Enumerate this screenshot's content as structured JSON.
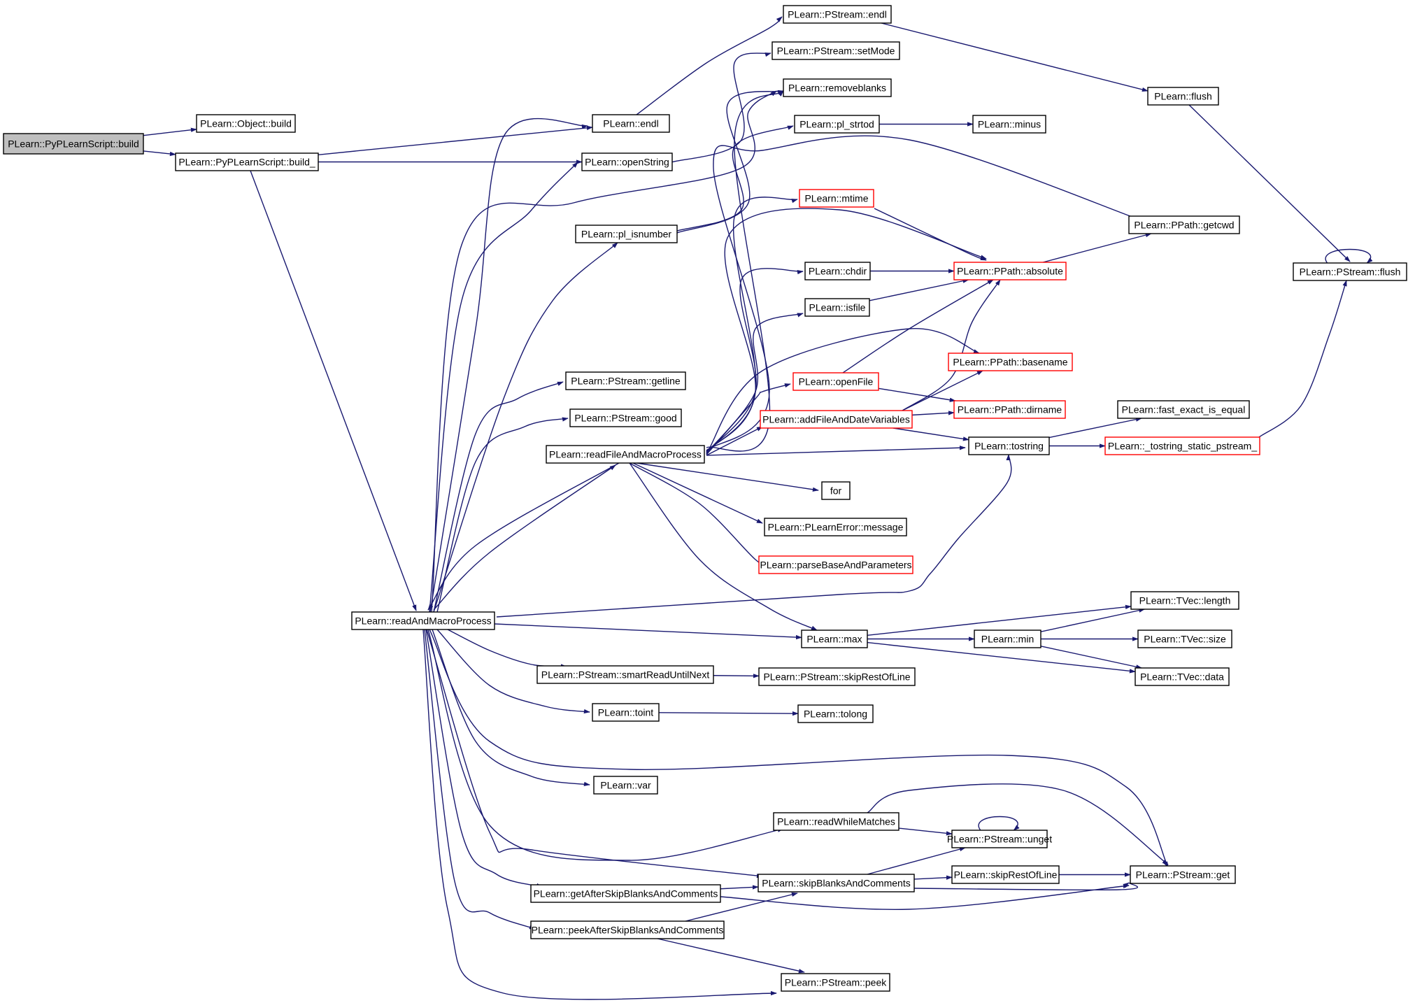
{
  "colors": {
    "edge": "#191970",
    "root_fill": "#bfbfbf",
    "truncated_border": "#ff0000",
    "node_border": "#000000"
  },
  "nodes": [
    {
      "id": "build",
      "label": "PLearn::PyPLearnScript::build",
      "style": "root"
    },
    {
      "id": "obj_build",
      "label": "PLearn::Object::build"
    },
    {
      "id": "build_",
      "label": "PLearn::PyPLearnScript::build_"
    },
    {
      "id": "endl",
      "label": "PLearn::endl"
    },
    {
      "id": "openString",
      "label": "PLearn::openString"
    },
    {
      "id": "ps_endl",
      "label": "PLearn::PStream::endl"
    },
    {
      "id": "setMode",
      "label": "PLearn::PStream::setMode"
    },
    {
      "id": "removeblanks",
      "label": "PLearn::removeblanks"
    },
    {
      "id": "pl_strtod",
      "label": "PLearn::pl_strtod"
    },
    {
      "id": "minus",
      "label": "PLearn::minus"
    },
    {
      "id": "flush",
      "label": "PLearn::flush"
    },
    {
      "id": "ps_flush",
      "label": "PLearn::PStream::flush"
    },
    {
      "id": "pl_isnumber",
      "label": "PLearn::pl_isnumber"
    },
    {
      "id": "mtime",
      "label": "PLearn::mtime",
      "style": "truncated"
    },
    {
      "id": "getcwd",
      "label": "PLearn::PPath::getcwd"
    },
    {
      "id": "chdir",
      "label": "PLearn::chdir"
    },
    {
      "id": "absolute",
      "label": "PLearn::PPath::absolute",
      "style": "truncated"
    },
    {
      "id": "isfile",
      "label": "PLearn::isfile"
    },
    {
      "id": "basename",
      "label": "PLearn::PPath::basename",
      "style": "truncated"
    },
    {
      "id": "openFile",
      "label": "PLearn::openFile",
      "style": "truncated"
    },
    {
      "id": "getline",
      "label": "PLearn::PStream::getline"
    },
    {
      "id": "addFile",
      "label": "PLearn::addFileAndDateVariables",
      "style": "truncated"
    },
    {
      "id": "dirname",
      "label": "PLearn::PPath::dirname",
      "style": "truncated"
    },
    {
      "id": "fast_exact",
      "label": "PLearn::fast_exact_is_equal"
    },
    {
      "id": "good",
      "label": "PLearn::PStream::good"
    },
    {
      "id": "readFile",
      "label": "PLearn::readFileAndMacroProcess"
    },
    {
      "id": "tostring",
      "label": "PLearn::tostring"
    },
    {
      "id": "tostring_static",
      "label": "PLearn::_tostring_static_pstream_",
      "style": "truncated"
    },
    {
      "id": "for",
      "label": "for"
    },
    {
      "id": "message",
      "label": "PLearn::PLearnError::message"
    },
    {
      "id": "parseBase",
      "label": "PLearn::parseBaseAndParameters",
      "style": "truncated"
    },
    {
      "id": "length",
      "label": "PLearn::TVec::length"
    },
    {
      "id": "readAndMacro",
      "label": "PLearn::readAndMacroProcess"
    },
    {
      "id": "max",
      "label": "PLearn::max"
    },
    {
      "id": "min",
      "label": "PLearn::min"
    },
    {
      "id": "size",
      "label": "PLearn::TVec::size"
    },
    {
      "id": "smartRead",
      "label": "PLearn::PStream::smartReadUntilNext"
    },
    {
      "id": "ps_skipRest",
      "label": "PLearn::PStream::skipRestOfLine"
    },
    {
      "id": "data",
      "label": "PLearn::TVec::data"
    },
    {
      "id": "toint",
      "label": "PLearn::toint"
    },
    {
      "id": "tolong",
      "label": "PLearn::tolong"
    },
    {
      "id": "var",
      "label": "PLearn::var"
    },
    {
      "id": "readWhile",
      "label": "PLearn::readWhileMatches"
    },
    {
      "id": "unget",
      "label": "PLearn::PStream::unget"
    },
    {
      "id": "skipBlanks",
      "label": "PLearn::skipBlanksAndComments"
    },
    {
      "id": "skipRest",
      "label": "PLearn::skipRestOfLine"
    },
    {
      "id": "get",
      "label": "PLearn::PStream::get"
    },
    {
      "id": "getAfter",
      "label": "PLearn::getAfterSkipBlanksAndComments"
    },
    {
      "id": "peekAfter",
      "label": "PLearn::peekAfterSkipBlanksAndComments"
    },
    {
      "id": "peek",
      "label": "PLearn::PStream::peek"
    }
  ],
  "edges": [
    [
      "build",
      "obj_build"
    ],
    [
      "build",
      "build_"
    ],
    [
      "build_",
      "endl"
    ],
    [
      "build_",
      "openString"
    ],
    [
      "build_",
      "readAndMacro"
    ],
    [
      "endl",
      "ps_endl"
    ],
    [
      "ps_endl",
      "flush"
    ],
    [
      "flush",
      "ps_flush"
    ],
    [
      "ps_flush",
      "ps_flush"
    ],
    [
      "openString",
      "setMode"
    ],
    [
      "pl_isnumber",
      "removeblanks"
    ],
    [
      "pl_isnumber",
      "pl_strtod"
    ],
    [
      "pl_strtod",
      "minus"
    ],
    [
      "readAndMacro",
      "endl"
    ],
    [
      "readAndMacro",
      "openString"
    ],
    [
      "readAndMacro",
      "removeblanks"
    ],
    [
      "readAndMacro",
      "pl_isnumber"
    ],
    [
      "readAndMacro",
      "getline"
    ],
    [
      "readAndMacro",
      "good"
    ],
    [
      "readAndMacro",
      "readFile"
    ],
    [
      "readAndMacro",
      "tostring"
    ],
    [
      "readAndMacro",
      "max"
    ],
    [
      "readAndMacro",
      "smartRead"
    ],
    [
      "readAndMacro",
      "toint"
    ],
    [
      "readAndMacro",
      "var"
    ],
    [
      "readAndMacro",
      "get"
    ],
    [
      "readAndMacro",
      "readWhile"
    ],
    [
      "readAndMacro",
      "skipBlanks"
    ],
    [
      "readAndMacro",
      "getAfter"
    ],
    [
      "readAndMacro",
      "peekAfter"
    ],
    [
      "readAndMacro",
      "peek"
    ],
    [
      "readFile",
      "readAndMacro"
    ],
    [
      "readFile",
      "removeblanks"
    ],
    [
      "readFile",
      "getcwd"
    ],
    [
      "readFile",
      "mtime"
    ],
    [
      "readFile",
      "absolute"
    ],
    [
      "readFile",
      "chdir"
    ],
    [
      "readFile",
      "isfile"
    ],
    [
      "readFile",
      "basename"
    ],
    [
      "readFile",
      "openFile"
    ],
    [
      "readFile",
      "addFile"
    ],
    [
      "readFile",
      "tostring"
    ],
    [
      "readFile",
      "for"
    ],
    [
      "readFile",
      "message"
    ],
    [
      "readFile",
      "parseBase"
    ],
    [
      "readFile",
      "max"
    ],
    [
      "mtime",
      "absolute"
    ],
    [
      "chdir",
      "absolute"
    ],
    [
      "isfile",
      "absolute"
    ],
    [
      "absolute",
      "getcwd"
    ],
    [
      "openFile",
      "absolute"
    ],
    [
      "openFile",
      "dirname"
    ],
    [
      "addFile",
      "absolute"
    ],
    [
      "addFile",
      "basename"
    ],
    [
      "addFile",
      "dirname"
    ],
    [
      "addFile",
      "tostring"
    ],
    [
      "tostring",
      "fast_exact"
    ],
    [
      "tostring",
      "tostring_static"
    ],
    [
      "tostring_static",
      "ps_flush"
    ],
    [
      "max",
      "length"
    ],
    [
      "max",
      "min"
    ],
    [
      "max",
      "data"
    ],
    [
      "min",
      "length"
    ],
    [
      "min",
      "size"
    ],
    [
      "min",
      "data"
    ],
    [
      "smartRead",
      "ps_skipRest"
    ],
    [
      "toint",
      "tolong"
    ],
    [
      "readWhile",
      "get"
    ],
    [
      "readWhile",
      "unget"
    ],
    [
      "unget",
      "unget"
    ],
    [
      "skipBlanks",
      "unget"
    ],
    [
      "skipBlanks",
      "skipRest"
    ],
    [
      "skipBlanks",
      "get"
    ],
    [
      "skipRest",
      "get"
    ],
    [
      "getAfter",
      "skipBlanks"
    ],
    [
      "getAfter",
      "get"
    ],
    [
      "peekAfter",
      "skipBlanks"
    ],
    [
      "peekAfter",
      "peek"
    ]
  ]
}
